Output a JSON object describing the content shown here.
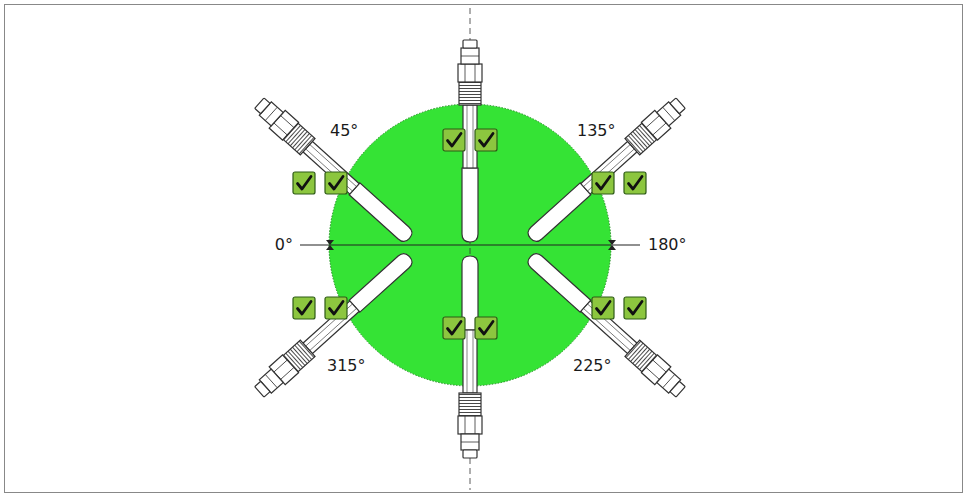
{
  "diagram": {
    "labels": [
      "45°",
      "135°",
      "0°",
      "180°",
      "315°",
      "225°"
    ]
  }
}
